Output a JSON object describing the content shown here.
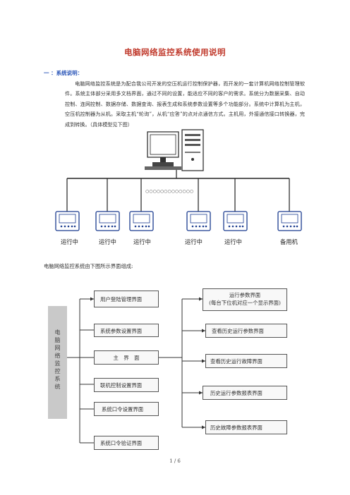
{
  "document": {
    "title": "电脑网络监控系统使用说明",
    "section_heading": "一 ：系统说明：",
    "paragraph": "电脑网络监控系统是为配合我公司开发的空压机运行控制保护器，而开发的一套计算机网络控制管理软件。系统主体部分采用多文档界面，通过不同的设置，能适应不同的客户的需求。系统分为数据采集、自动控制、连网控制、数据存储、数据查询、报表生成和系统参数设置等多个功能部分。系统中计算机为主机，空压机控制器为从机。采取主机“轮询”，从机“应答”的点对点通信方式。主机用，外接通信接口转换器，完成到转换。（具体模型见下图）",
    "screen_caption": "电脑网络监控系统由下图所示界面组成:",
    "page_number": "1 / 6"
  },
  "network": {
    "labels": [
      "运行中",
      "运行中",
      "运行中",
      "运行中",
      "运行中",
      "备用机"
    ],
    "bus_dots": "○○○○○○○○○○○○○"
  },
  "flowchart": {
    "root": "电脑网络监控系统",
    "left_boxes": [
      "用户登陆管理界面",
      "系统参数设置界面",
      "主　界　面",
      "联机控制设置界面",
      "系统口令设置界面",
      "系统口令验证界面"
    ],
    "right_boxes": [
      "运行参数界面",
      "(每台下位机对应一个显示界面)",
      "查看历史运行参数界面",
      "查看历史运行故障界面",
      "历史运行参数报表界面",
      "历史故障参数报表界面"
    ]
  }
}
